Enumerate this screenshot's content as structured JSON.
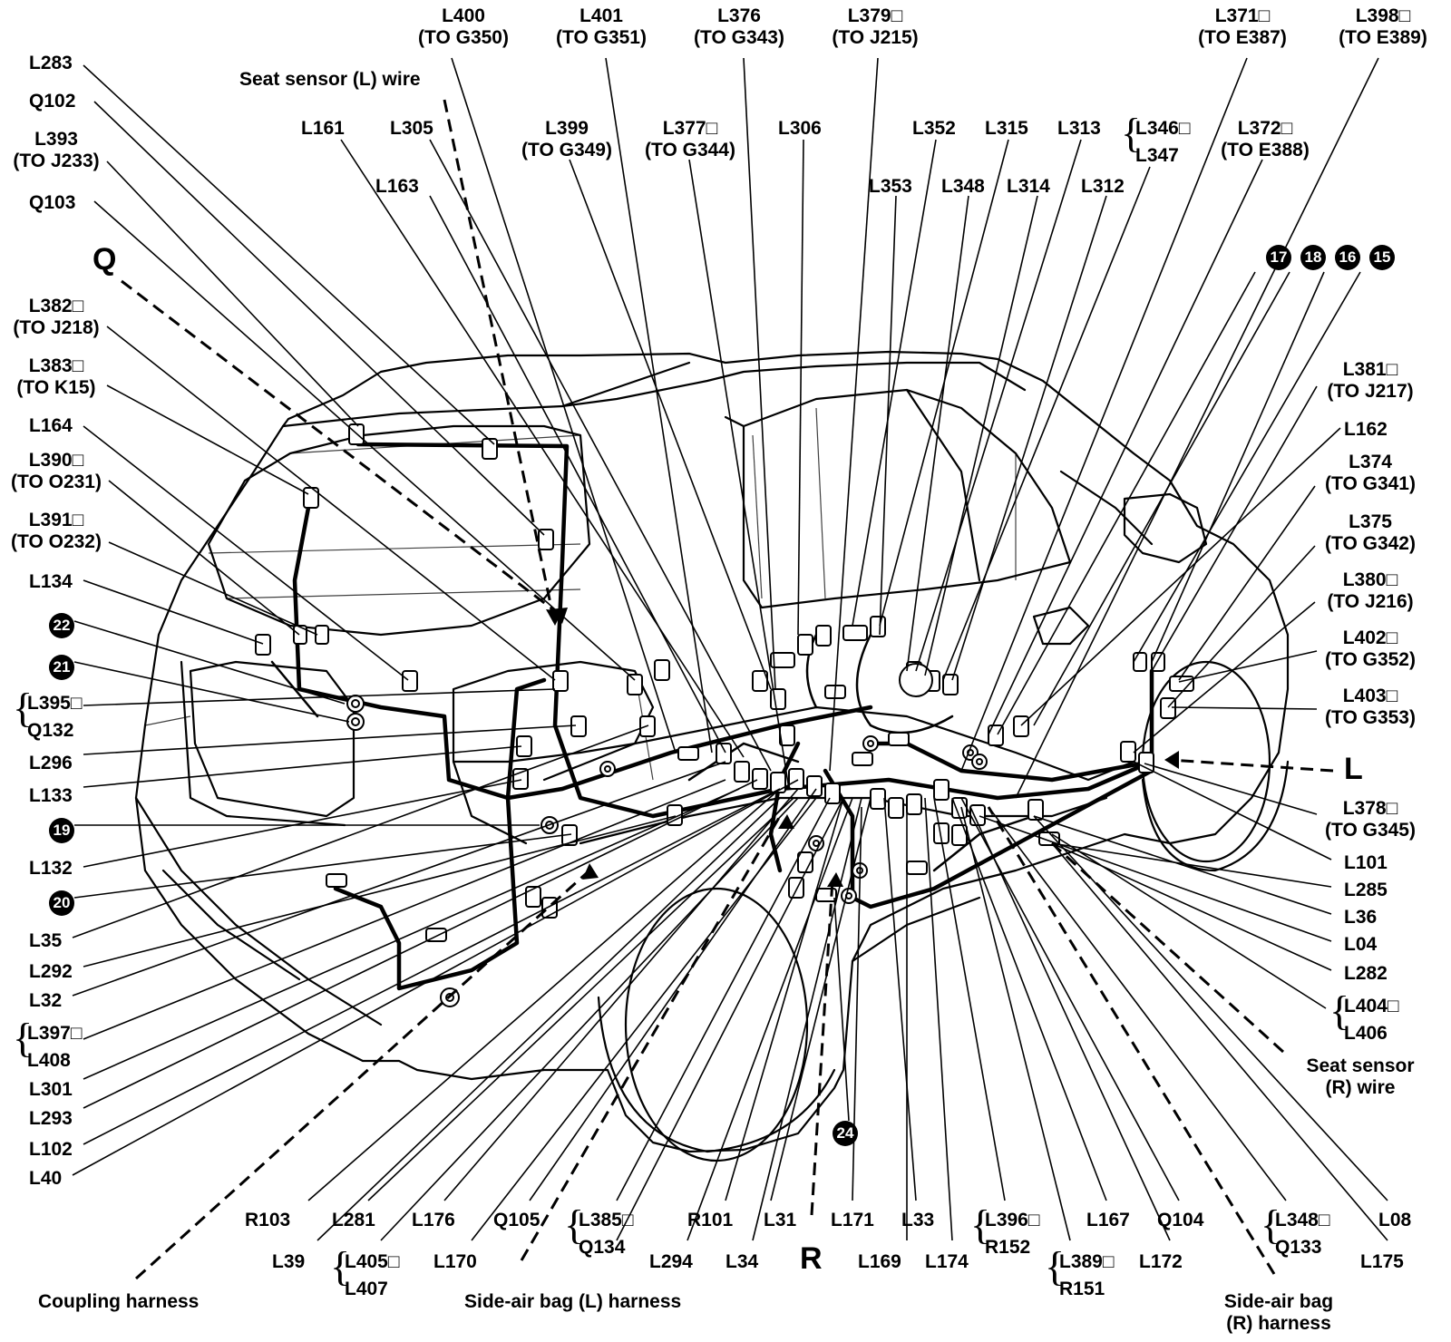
{
  "labels": {
    "l400": [
      "L400",
      "(TO G350)"
    ],
    "l401": [
      "L401",
      "(TO G351)"
    ],
    "l376": [
      "L376",
      "(TO G343)"
    ],
    "l379": [
      "L379□",
      "(TO J215)"
    ],
    "l371": [
      "L371□",
      "(TO E387)"
    ],
    "l398": [
      "L398□",
      "(TO E389)"
    ],
    "l283": "L283",
    "q102": "Q102",
    "l393": [
      "L393",
      "(TO J233)"
    ],
    "q103": "Q103",
    "seat_l": "Seat sensor (L) wire",
    "l161": "L161",
    "l305": "L305",
    "l399": [
      "L399",
      "(TO G349)"
    ],
    "l377": [
      "L377□",
      "(TO G344)"
    ],
    "l306": "L306",
    "l352": "L352",
    "l315": "L315",
    "l313": "L313",
    "l346": "L346□",
    "l347": "L347",
    "l372": [
      "L372□",
      "(TO E388)"
    ],
    "l163": "L163",
    "l353": "L353",
    "l348a": "L348",
    "l314": "L314",
    "l312": "L312",
    "q": "Q",
    "l382": [
      "L382□",
      "(TO J218)"
    ],
    "l383": [
      "L383□",
      "(TO K15)"
    ],
    "l164": "L164",
    "l390": [
      "L390□",
      "(TO O231)"
    ],
    "l391": [
      "L391□",
      "(TO O232)"
    ],
    "l134": "L134",
    "b22": "22",
    "b21": "21",
    "l395": "L395□",
    "q132": "Q132",
    "l296": "L296",
    "l133": "L133",
    "b19": "19",
    "l132": "L132",
    "b20": "20",
    "l35": "L35",
    "l292": "L292",
    "l32": "L32",
    "l397": "L397□",
    "l408": "L408",
    "l301": "L301",
    "l293": "L293",
    "l102": "L102",
    "l40": "L40",
    "b17": "17",
    "b18": "18",
    "b16": "16",
    "b15": "15",
    "l381": [
      "L381□",
      "(TO J217)"
    ],
    "l162": "L162",
    "l374": [
      "L374",
      "(TO G341)"
    ],
    "l375": [
      "L375",
      "(TO G342)"
    ],
    "l380": [
      "L380□",
      "(TO J216)"
    ],
    "l402": [
      "L402□",
      "(TO G352)"
    ],
    "l403": [
      "L403□",
      "(TO G353)"
    ],
    "l_big": "L",
    "l378": [
      "L378□",
      "(TO G345)"
    ],
    "l101": "L101",
    "l285": "L285",
    "l36": "L36",
    "l04": "L04",
    "l282": "L282",
    "l404": "L404□",
    "l406": "L406",
    "seat_r": [
      "Seat sensor",
      "(R) wire"
    ],
    "b24": "24",
    "r103": "R103",
    "l281": "L281",
    "l176": "L176",
    "q105": "Q105",
    "l385": "L385□",
    "q134": "Q134",
    "r101": "R101",
    "l31": "L31",
    "l171": "L171",
    "l33": "L33",
    "l396": "L396□",
    "r152": "R152",
    "l167": "L167",
    "q104": "Q104",
    "l348b": "L348□",
    "q133": "Q133",
    "l08": "L08",
    "l39": "L39",
    "l405": "L405□",
    "l407": "L407",
    "l170": "L170",
    "l294": "L294",
    "l34": "L34",
    "r_big": "R",
    "l169": "L169",
    "l174": "L174",
    "l389": "L389□",
    "r151": "R151",
    "l172": "L172",
    "l175": "L175",
    "coupling": "Coupling harness",
    "sab_l": "Side-air bag (L) harness",
    "sab_r": [
      "Side-air bag",
      "(R) harness"
    ]
  }
}
